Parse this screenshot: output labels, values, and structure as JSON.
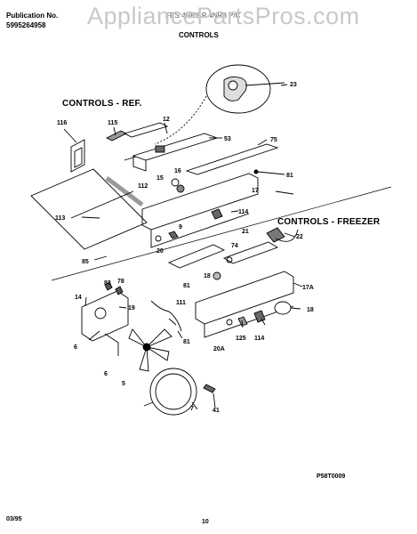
{
  "header": {
    "publication_label": "Publication No.",
    "publication_number": "5995264958",
    "model_text": "FRS 4NR8 P 4NR8 P/C",
    "page_title": "CONTROLS"
  },
  "watermark": "AppliancePartsPros.com",
  "sections": {
    "ref": "CONTROLS - REF.",
    "freezer": "CONTROLS - FREEZER"
  },
  "part_labels": [
    "23",
    "116",
    "115",
    "12",
    "53",
    "75",
    "16",
    "15",
    "81",
    "112",
    "17",
    "114",
    "113",
    "9",
    "20",
    "22",
    "21",
    "74",
    "85",
    "81",
    "83",
    "78",
    "18",
    "17A",
    "14",
    "111",
    "18",
    "19",
    "81",
    "125",
    "114",
    "20A",
    "6",
    "6",
    "5",
    "7",
    "41"
  ],
  "footer": {
    "diagram_code": "P58T0009",
    "date": "03/95",
    "page_number": "10"
  },
  "colors": {
    "ink": "#000000",
    "watermark": "#c8c8c8",
    "background": "#ffffff"
  }
}
